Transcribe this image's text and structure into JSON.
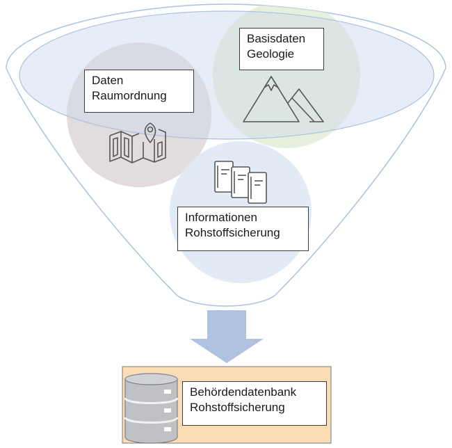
{
  "diagram": {
    "sources": [
      {
        "id": "raumordnung",
        "line1": "Daten",
        "line2": "Raumordnung",
        "icon": "map-pin-icon",
        "circle_color": "#d9d0d2"
      },
      {
        "id": "geologie",
        "line1": "Basisdaten",
        "line2": "Geologie",
        "icon": "mountain-icon",
        "circle_color": "#e3edd6"
      },
      {
        "id": "information",
        "line1": "Informationen",
        "line2": "Rohstoffsicherung",
        "icon": "books-icon",
        "circle_color": "#dfe8f5"
      }
    ],
    "target": {
      "line1": "Behördendatenbank",
      "line2": "Rohstoffsicherung",
      "icon": "database-icon",
      "box_color": "#fbdcb4"
    },
    "funnel_color": "#dde6f3",
    "arrow_color": "#afc3e0"
  }
}
